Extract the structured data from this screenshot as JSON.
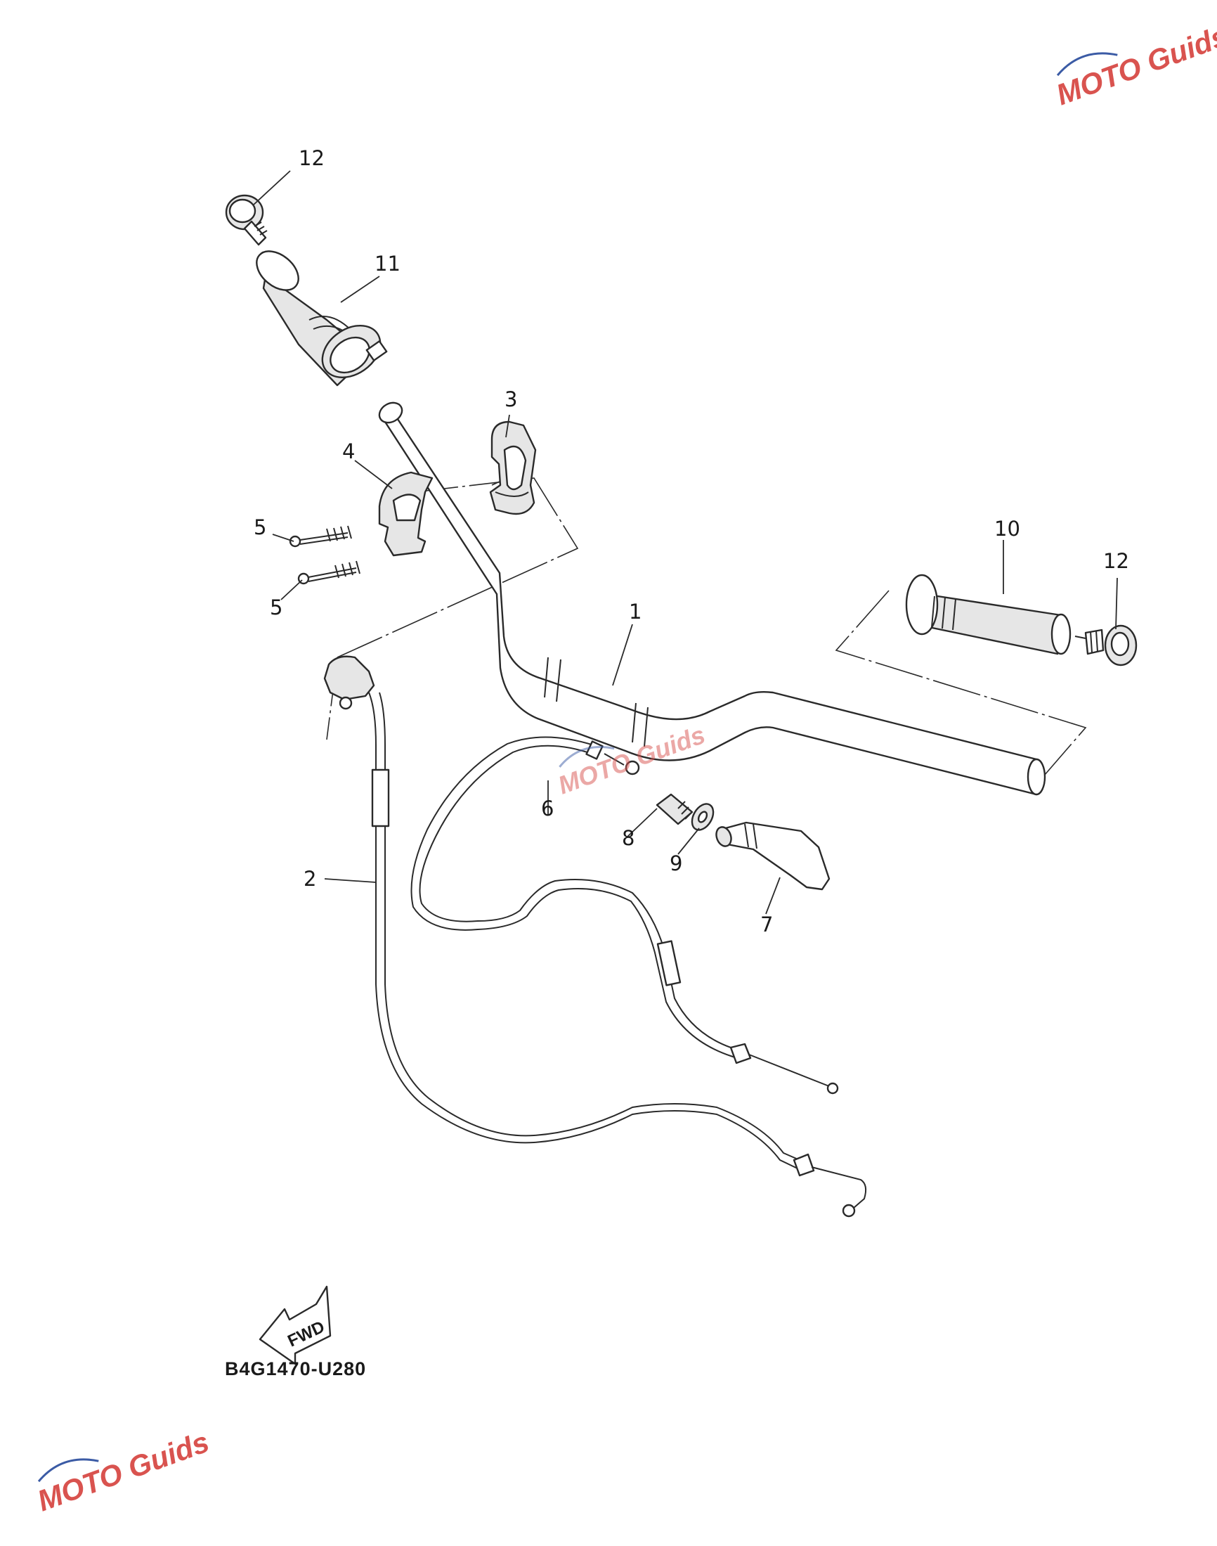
{
  "diagram": {
    "code": "B4G1470-U280",
    "fwd_label": "FWD",
    "watermark": "MOTO Guids",
    "callouts": {
      "c1": "1",
      "c2": "2",
      "c3": "3",
      "c4": "4",
      "c5a": "5",
      "c5b": "5",
      "c6": "6",
      "c7": "7",
      "c8": "8",
      "c9": "9",
      "c10": "10",
      "c11": "11",
      "c12a": "12",
      "c12b": "12"
    }
  },
  "colors": {
    "line": "#2a2a2a",
    "watermark_red": "#d9534f",
    "watermark_blue": "#3b5ba5"
  }
}
